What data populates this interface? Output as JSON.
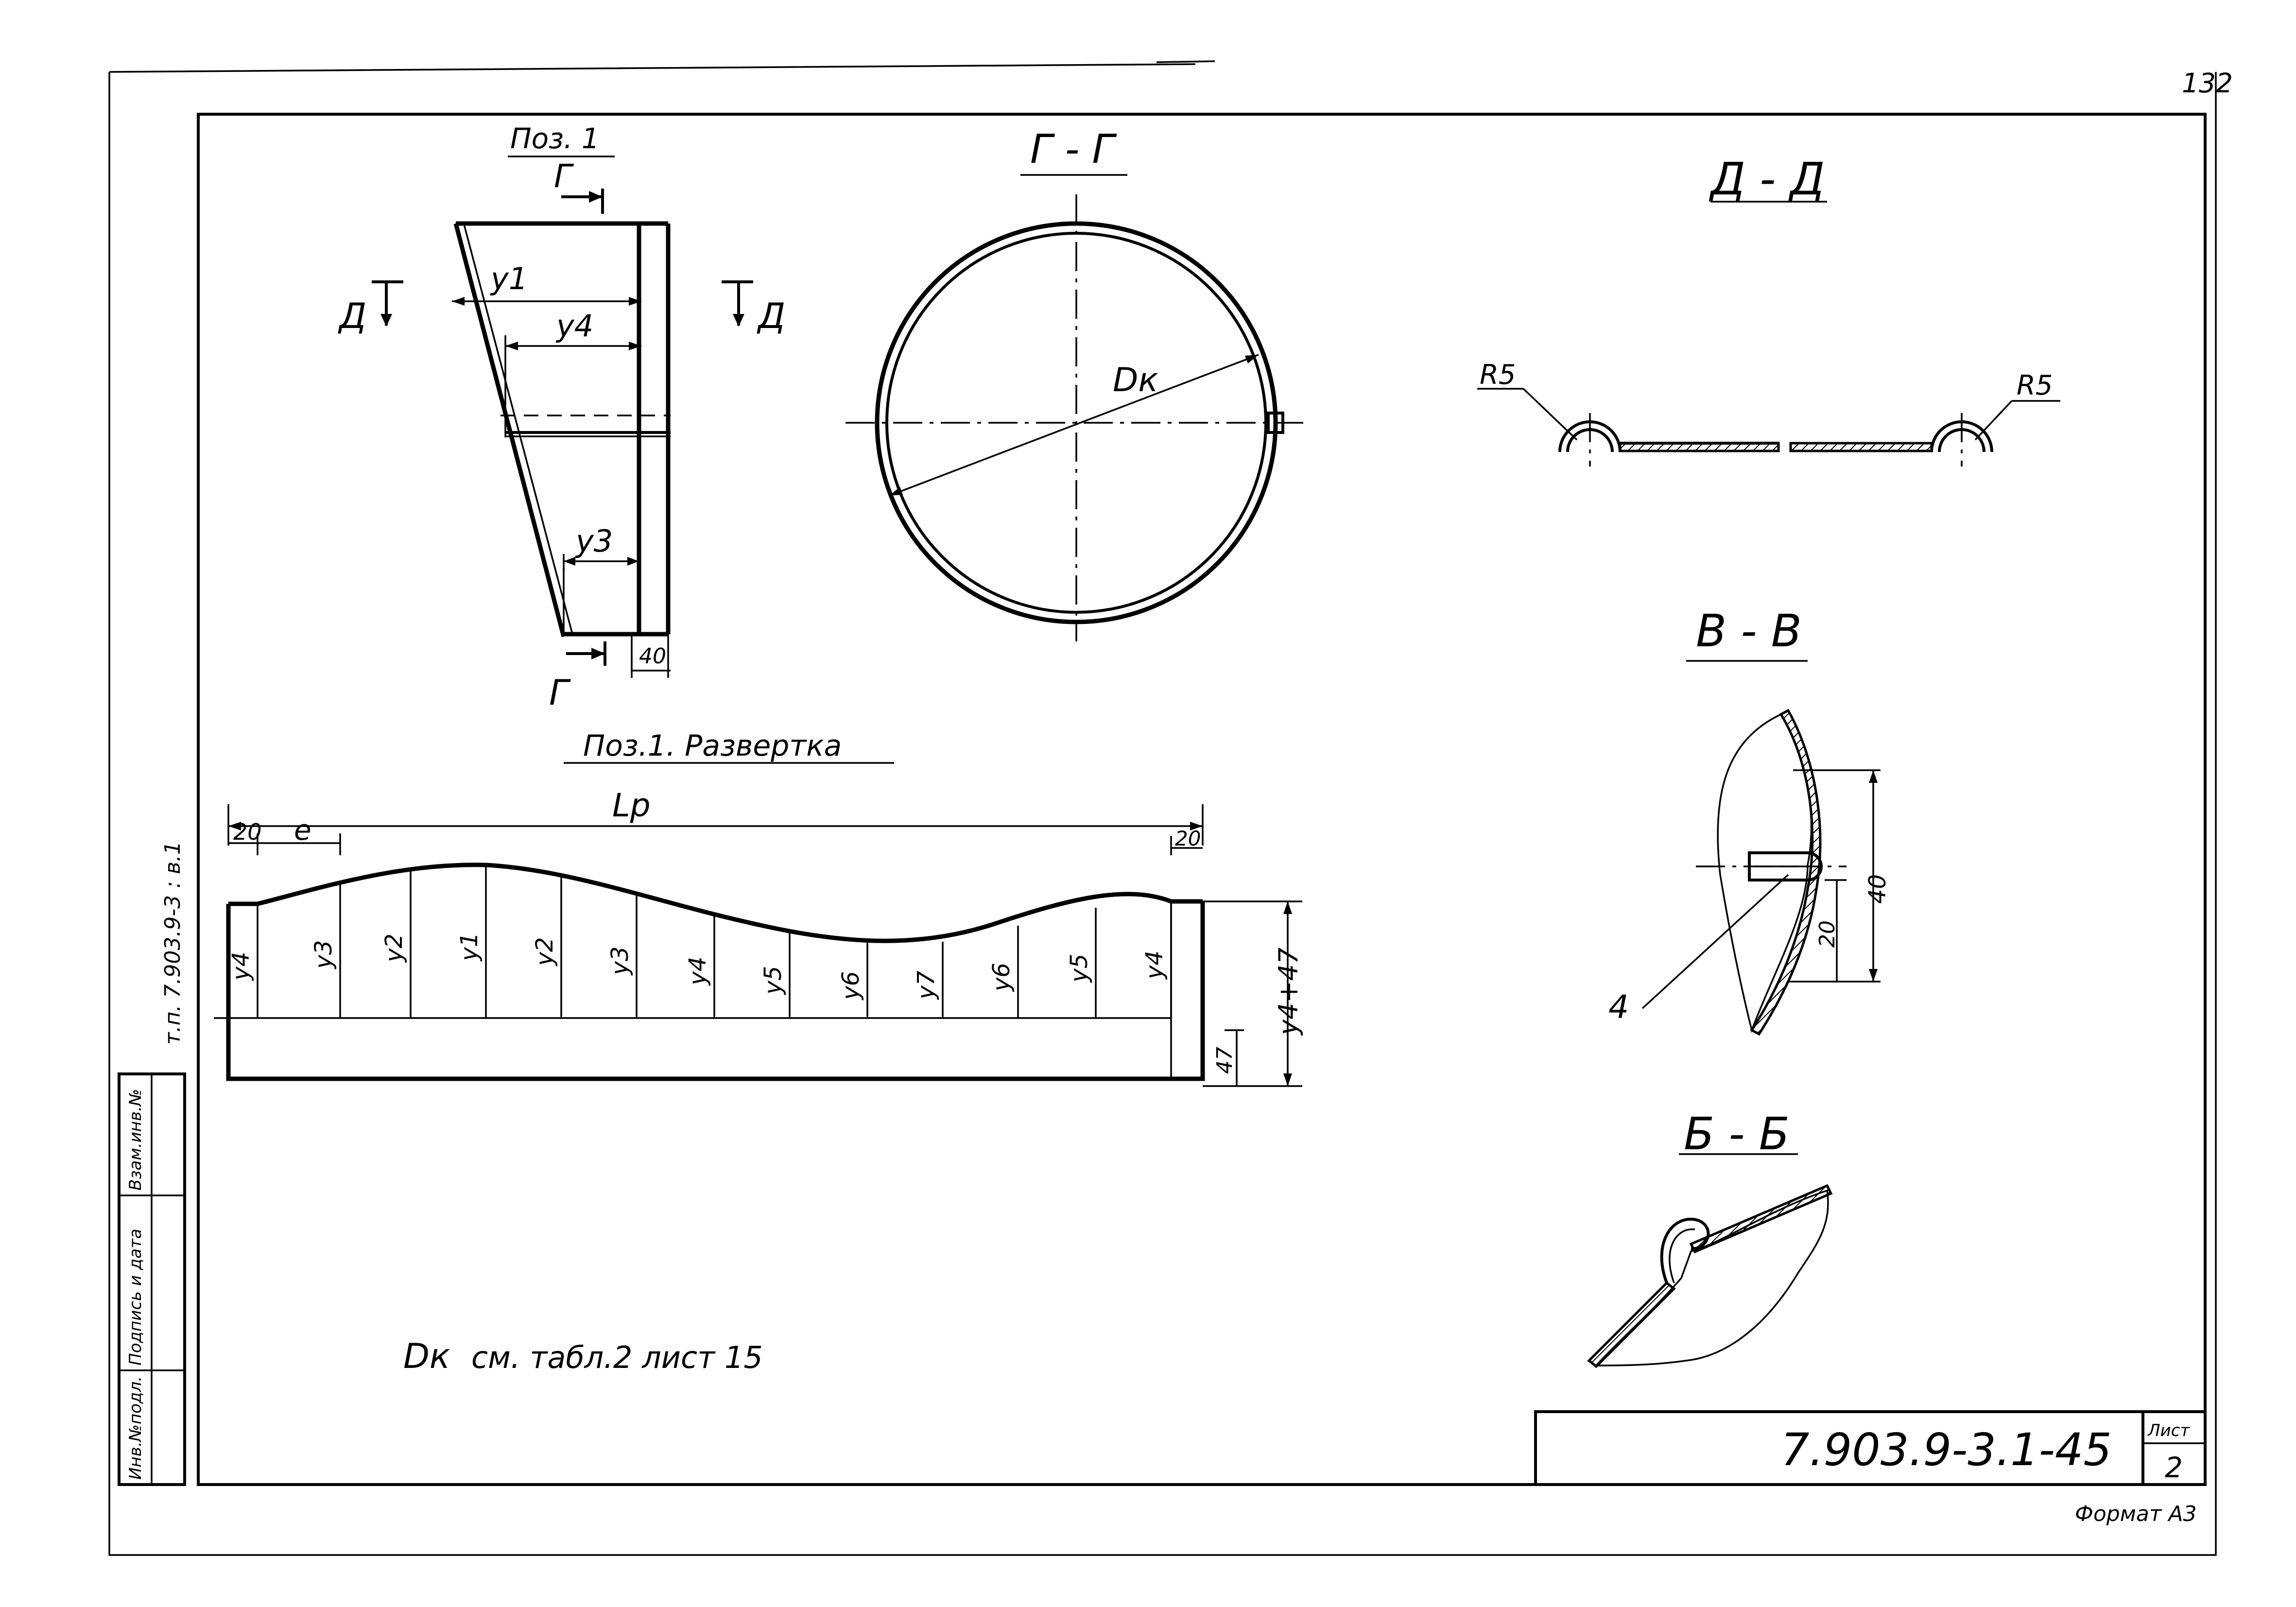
{
  "sheet": {
    "page_number": "132",
    "format_label": "Формат А3",
    "code": "7.903.9-3.1-45",
    "sheet_label": "Лист",
    "sheet_number": "2",
    "margin_text": "т.п. 7.903.9-3 : в.1"
  },
  "side_stamp": {
    "col1": "Инв.№подл.",
    "col2": "Подпись и дата",
    "col3": "Взам.инв.№"
  },
  "pos1": {
    "title": "Поз. 1",
    "section_mark_g": "Г",
    "section_mark_d": "Д",
    "dims": {
      "y1": "y1",
      "y4": "y4",
      "y3": "y3",
      "width": "40"
    }
  },
  "section_gg": {
    "title": "Г - Г",
    "diameter_label": "Dк"
  },
  "section_dd": {
    "title": "Д - Д",
    "radius_left": "R5",
    "radius_right": "R5"
  },
  "section_vv": {
    "title": "В - В",
    "dim_40": "40",
    "dim_20": "20",
    "leader": "4"
  },
  "section_bb": {
    "title": "Б - Б"
  },
  "development": {
    "title": "Поз.1. Развертка",
    "length_label": "Lp",
    "dim_left": "20",
    "dim_step": "e",
    "dim_right": "20",
    "height_label": "y4+47",
    "base_dim": "47",
    "ordinates": [
      "y4",
      "y3",
      "y2",
      "y1",
      "y2",
      "y3",
      "y4",
      "y5",
      "y6",
      "y7",
      "y6",
      "y5",
      "y4"
    ]
  },
  "note": {
    "symbol": "Dк",
    "text": "см. табл.2 лист 15"
  }
}
